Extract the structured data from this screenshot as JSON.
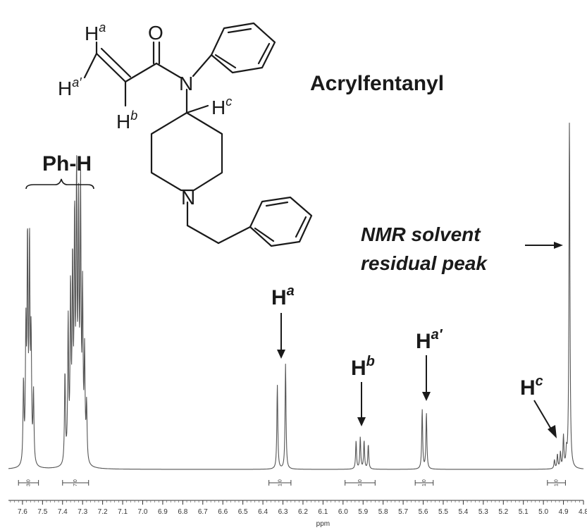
{
  "compound_name": "Acrylfentanyl",
  "molecule_labels": {
    "Ha": {
      "base": "H",
      "sup": "a"
    },
    "Ha_prime": {
      "base": "H",
      "sup": "a′"
    },
    "Hb": {
      "base": "H",
      "sup": "b"
    },
    "Hc": {
      "base": "H",
      "sup": "c"
    },
    "O": "O",
    "N_amide": "N",
    "N_ring": "N"
  },
  "chart_data": {
    "type": "line",
    "xlabel": "ppm",
    "xlim": [
      7.67,
      4.8
    ],
    "x_ticks": [
      7.6,
      7.5,
      7.4,
      7.3,
      7.2,
      7.1,
      7.0,
      6.9,
      6.8,
      6.7,
      6.6,
      6.5,
      6.4,
      6.3,
      6.2,
      6.1,
      6.0,
      5.9,
      5.8,
      5.7,
      5.6,
      5.5,
      5.4,
      5.3,
      5.2,
      5.1,
      5.0,
      4.9,
      4.8
    ],
    "peaks": [
      {
        "ppm": 7.595,
        "h": 0.23
      },
      {
        "ppm": 7.583,
        "h": 0.36
      },
      {
        "ppm": 7.575,
        "h": 0.62
      },
      {
        "ppm": 7.565,
        "h": 0.61
      },
      {
        "ppm": 7.557,
        "h": 0.34
      },
      {
        "ppm": 7.545,
        "h": 0.2
      },
      {
        "ppm": 7.388,
        "h": 0.26
      },
      {
        "ppm": 7.372,
        "h": 0.4
      },
      {
        "ppm": 7.36,
        "h": 0.48
      },
      {
        "ppm": 7.35,
        "h": 0.54
      },
      {
        "ppm": 7.34,
        "h": 0.66
      },
      {
        "ppm": 7.33,
        "h": 0.78
      },
      {
        "ppm": 7.32,
        "h": 0.68
      },
      {
        "ppm": 7.31,
        "h": 0.74
      },
      {
        "ppm": 7.3,
        "h": 0.46
      },
      {
        "ppm": 7.29,
        "h": 0.3
      },
      {
        "ppm": 7.28,
        "h": 0.16
      },
      {
        "ppm": 6.328,
        "h": 0.24
      },
      {
        "ppm": 6.287,
        "h": 0.3
      },
      {
        "ppm": 5.935,
        "h": 0.08
      },
      {
        "ppm": 5.914,
        "h": 0.09
      },
      {
        "ppm": 5.895,
        "h": 0.08
      },
      {
        "ppm": 5.874,
        "h": 0.07
      },
      {
        "ppm": 5.605,
        "h": 0.17
      },
      {
        "ppm": 5.584,
        "h": 0.16
      },
      {
        "ppm": 4.945,
        "h": 0.025
      },
      {
        "ppm": 4.93,
        "h": 0.04
      },
      {
        "ppm": 4.915,
        "h": 0.045
      },
      {
        "ppm": 4.9,
        "h": 0.09
      },
      {
        "ppm": 4.885,
        "h": 0.04
      },
      {
        "ppm": 4.87,
        "h": 1.0
      }
    ],
    "integrals": [
      {
        "from": 7.62,
        "to": 7.52,
        "label": "3.0"
      },
      {
        "from": 7.4,
        "to": 7.27,
        "label": "7.0"
      },
      {
        "from": 6.37,
        "to": 6.26,
        "label": "1.0"
      },
      {
        "from": 5.99,
        "to": 5.84,
        "label": "1.0"
      },
      {
        "from": 5.64,
        "to": 5.55,
        "label": "1.0"
      },
      {
        "from": 4.98,
        "to": 4.89,
        "label": "1.0"
      }
    ],
    "annotations": [
      {
        "id": "ph-h",
        "text": "Ph-H"
      },
      {
        "id": "ha",
        "base": "H",
        "sup": "a"
      },
      {
        "id": "hb",
        "base": "H",
        "sup": "b"
      },
      {
        "id": "ha-prime",
        "base": "H",
        "sup": "a′"
      },
      {
        "id": "hc",
        "base": "H",
        "sup": "c"
      },
      {
        "id": "solvent",
        "lines": [
          "NMR solvent",
          "residual peak"
        ]
      }
    ]
  }
}
